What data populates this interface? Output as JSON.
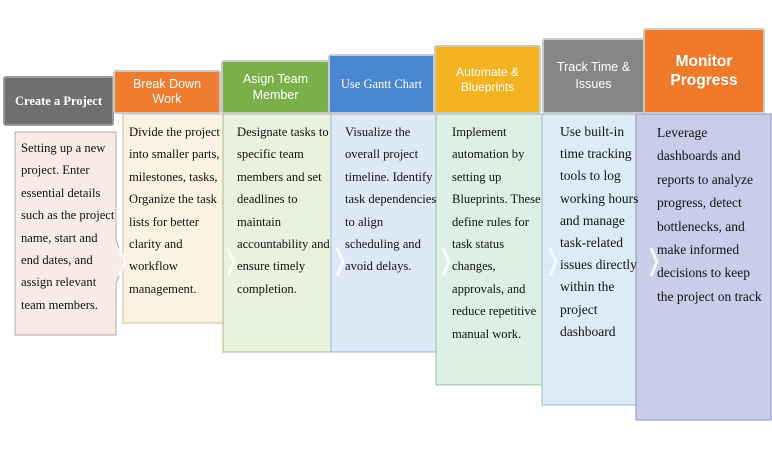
{
  "steps": [
    {
      "title": "Create a Project",
      "text": "Setting up a new project. Enter essential details such as the project name, start and end dates, and assign relevant team members.",
      "header_color": "#6f6f6f",
      "body_color": "#f8ebe6"
    },
    {
      "title": "Break Down Work",
      "text": "Divide the project into smaller parts, milestones, tasks, Organize the task lists for better clarity and workflow management.",
      "header_color": "#f07c30",
      "body_color": "#fbf2e2"
    },
    {
      "title": "Asign Team Member",
      "text": "Designate tasks to specific team members and set deadlines to maintain accountability and ensure timely completion.",
      "header_color": "#79b04a",
      "body_color": "#eaf1dc"
    },
    {
      "title": "Use Gantt Chart",
      "text": "Visualize the overall project timeline. Identify task dependencies to align scheduling and avoid delays.",
      "header_color": "#4a86d2",
      "body_color": "#dde9f7"
    },
    {
      "title": "Automate & Blueprints",
      "text": "Implement automation by setting up Blueprints. These define rules for task status changes, approvals, and reduce repetitive manual work.",
      "header_color": "#f4b320",
      "body_color": "#dcf0e4"
    },
    {
      "title": "Track Time & Issues",
      "text": "Use built-in time tracking tools to log working hours and manage task-related issues directly within the project dashboard",
      "header_color": "#868686",
      "body_color": "#dcecf6"
    },
    {
      "title": "Monitor Progress",
      "text": "Leverage dashboards and reports to analyze progress, detect bottlenecks, and make informed decisions to keep the project on track",
      "header_color": "#ef7a2a",
      "body_color": "#c9cde9"
    }
  ]
}
